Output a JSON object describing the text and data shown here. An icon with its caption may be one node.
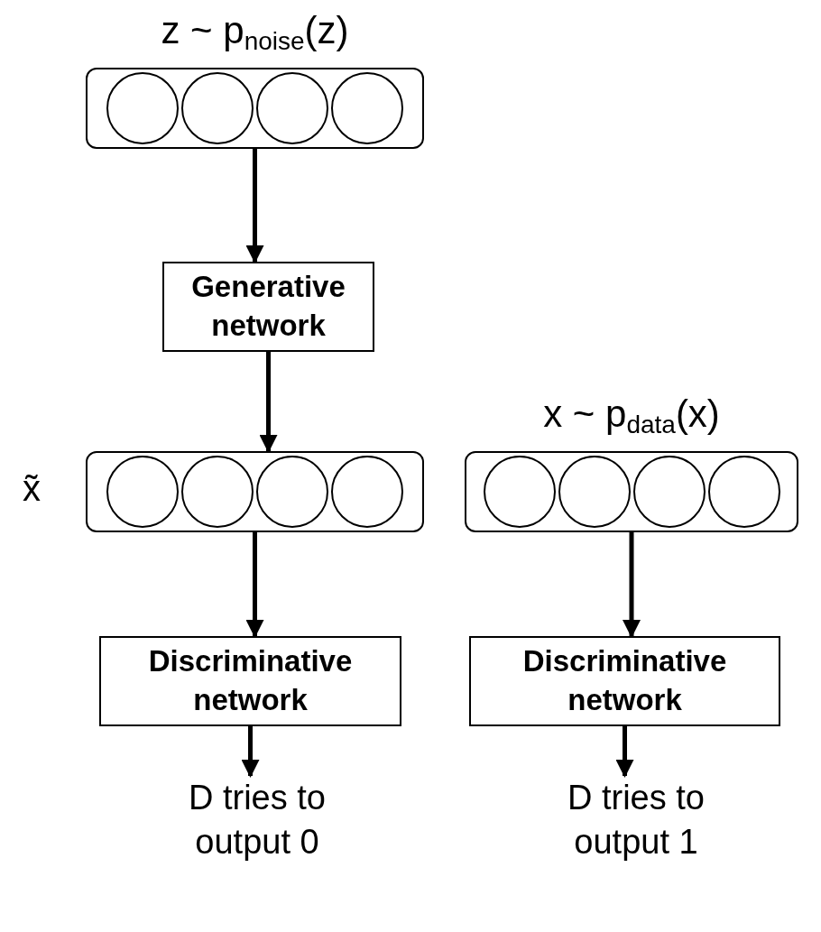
{
  "diagram": {
    "nodes": [
      {
        "text": [
          "z ~ p$_{noise}$(z)"
        ]
      },
      {
        "text": [],
        "shape": "circle",
        "in": 0
      },
      {
        "text": [],
        "shape": "circle",
        "in": 0
      },
      {
        "text": [],
        "shape": "circle",
        "in": 0
      },
      {
        "text": [],
        "shape": "circle",
        "in": 0
      },
      {
        "text": [
          "Generative network"
        ]
      },
      {
        "text": [],
        "shape": "box",
        "beside": [
          "x̃"
        ]
      },
      {
        "text": [],
        "shape": "circle",
        "in": 6
      },
      {
        "text": [],
        "shape": "circle",
        "in": 6
      },
      {
        "text": [],
        "shape": "circle",
        "in": 6
      },
      {
        "text": [],
        "shape": "circle",
        "in": 6
      },
      {
        "text": [
          "x ~ p$_{data}$(x)"
        ]
      },
      {
        "text": [],
        "shape": "circle",
        "in": 11
      },
      {
        "text": [],
        "shape": "circle",
        "in": 11
      },
      {
        "text": [],
        "shape": "circle",
        "in": 11
      },
      {
        "text": [],
        "shape": "circle",
        "in": 11
      },
      {
        "text": [
          "Discriminative network"
        ]
      },
      {
        "text": [
          "Discriminative network"
        ]
      },
      {
        "text": [
          "D tries to output 0"
        ]
      },
      {
        "text": [
          "D tries to output 1"
        ]
      }
    ],
    "edges": [
      {
        "from": 0,
        "to": 5,
        "arrow": "to"
      },
      {
        "from": 5,
        "to": 6,
        "arrow": "to"
      },
      {
        "from": 6,
        "to": 16,
        "arrow": "to"
      },
      {
        "from": 16,
        "to": 18,
        "arrow": "to"
      },
      {
        "from": 11,
        "to": 17,
        "arrow": "to"
      },
      {
        "from": 17,
        "to": 19,
        "arrow": "to"
      }
    ]
  }
}
